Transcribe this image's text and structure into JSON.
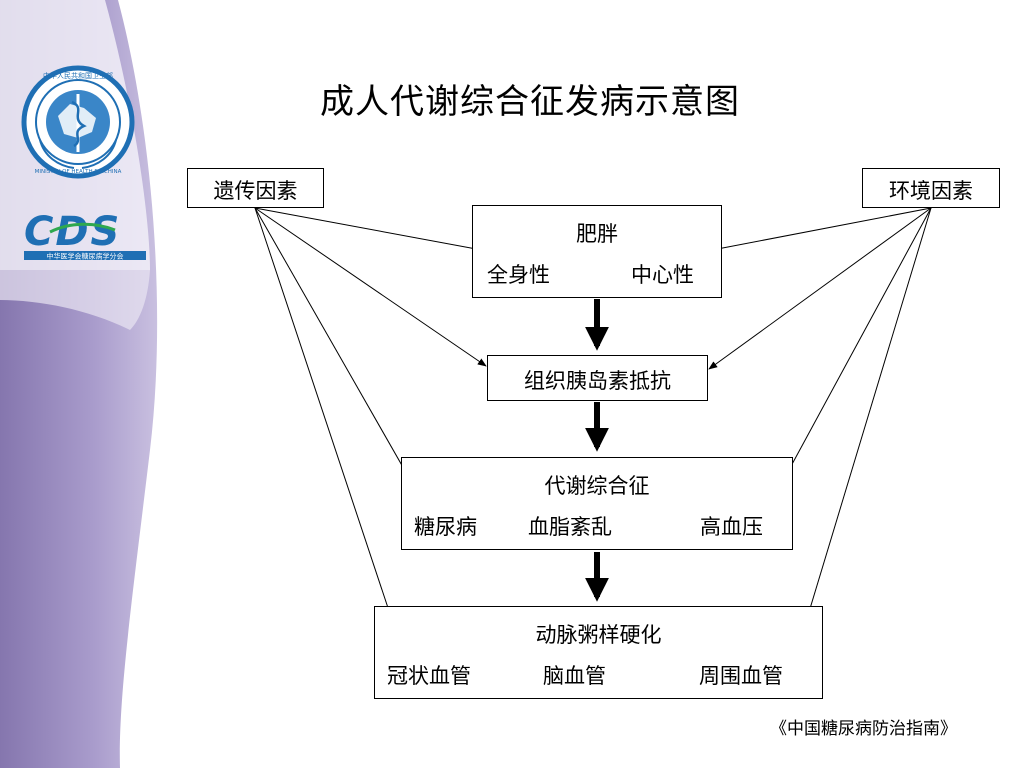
{
  "title": "成人代谢综合征发病示意图",
  "logos": {
    "emblem_ring_text_top": "中华人民共和国卫生部",
    "emblem_ring_text_bottom": "MINISTRY OF HEALTH P.R.CHINA",
    "cds_letters": "CDS",
    "cds_subtitle": "中华医学会糖尿病学分会"
  },
  "nodes": {
    "genetic": "遗传因素",
    "environment": "环境因素",
    "obesity": {
      "title": "肥胖",
      "left": "全身性",
      "right": "中心性"
    },
    "insulin_resistance": "组织胰岛素抵抗",
    "metabolic_syndrome": {
      "title": "代谢综合征",
      "items": [
        "糖尿病",
        "血脂紊乱",
        "高血压"
      ]
    },
    "atherosclerosis": {
      "title": "动脉粥样硬化",
      "items": [
        "冠状血管",
        "脑血管",
        "周围血管"
      ]
    }
  },
  "footer": "《中国糖尿病防治指南》",
  "colors": {
    "sidebar_purple": "#8e7fb6",
    "logo_blue": "#1f6fb4",
    "line": "#000000"
  }
}
